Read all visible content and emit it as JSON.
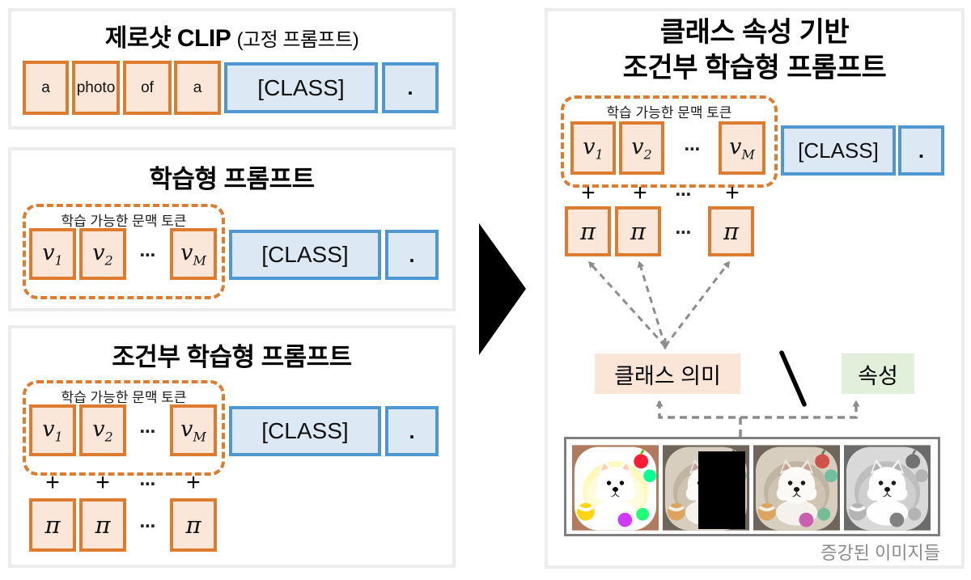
{
  "colors": {
    "orange_border": "#DD7B2F",
    "orange_fill": "#FBE7D9",
    "blue_border": "#4F97D0",
    "blue_fill": "#DCE9F5",
    "peach_fill": "#FBE5D6",
    "green_fill": "#E2EFDA",
    "arrow_gray": "#8C8C8C",
    "panel_border": "#ECECEC"
  },
  "shared": {
    "ellipsis": "⋯",
    "plus": "+",
    "pi": "π",
    "v": "v",
    "sub_1": "1",
    "sub_2": "2",
    "sub_M": "M",
    "class_token": "[CLASS]",
    "period_token": ".",
    "context_label": "학습 가능한 문맥 토큰"
  },
  "panel_zero_shot": {
    "title": "제로샷 CLIP",
    "subtitle": "(고정 프롬프트)",
    "tokens": [
      "a",
      "photo",
      "of",
      "a"
    ]
  },
  "panel_learnable": {
    "title": "학습형 프롬프트"
  },
  "panel_conditional": {
    "title": "조건부 학습형 프롬프트"
  },
  "panel_proposed": {
    "title_line1": "클래스 속성 기반",
    "title_line2": "조건부 학습형 프롬프트",
    "class_meaning": "클래스 의미",
    "separator": "\\",
    "attribute": "속성",
    "caption": "증강된 이미지들"
  }
}
